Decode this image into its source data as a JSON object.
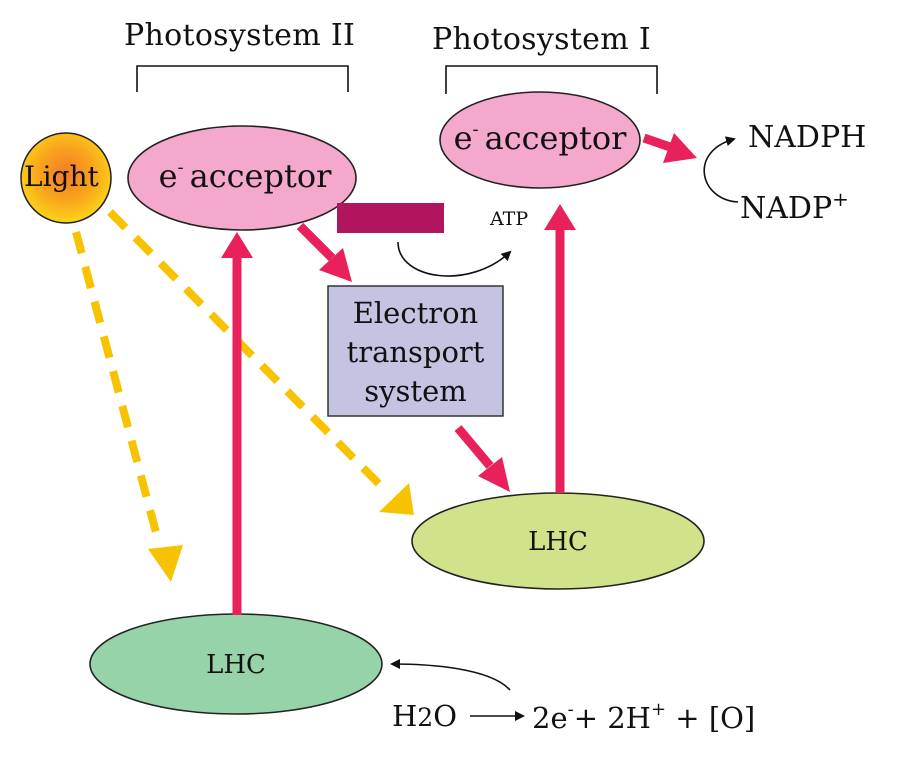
{
  "photosystem_ii": {
    "title": "Photosystem II",
    "acceptor_label": "acceptor",
    "acceptor_symbol": "e",
    "acceptor_super": "-",
    "lhc_label": "LHC"
  },
  "photosystem_i": {
    "title": "Photosystem I",
    "acceptor_label": "acceptor",
    "acceptor_symbol": "e",
    "acceptor_super": "-",
    "lhc_label": "LHC"
  },
  "light": {
    "label": "Light"
  },
  "ets": {
    "line1": "Electron",
    "line2": "transport",
    "line3": "system"
  },
  "atp": {
    "label": "ATP"
  },
  "nadph": {
    "product": "NADPH",
    "reactant": "NADP",
    "reactant_super": "+"
  },
  "water": {
    "h2o_h": "H",
    "h2o_2": "2",
    "h2o_o": "O",
    "e_part": "2e",
    "e_super": "-",
    "plus1": "+ 2H",
    "h_super": "+",
    "rest": "+ [O]"
  },
  "colors": {
    "arrow_red": "#e8215a",
    "light_dash": "#f7c300",
    "acceptor_fill": "#f4a9cc",
    "lhc_i_fill": "#d1e38a",
    "lhc_ii_fill": "#97d3a9",
    "ets_fill": "#c3c3e2",
    "bar_fill": "#b0155e"
  }
}
